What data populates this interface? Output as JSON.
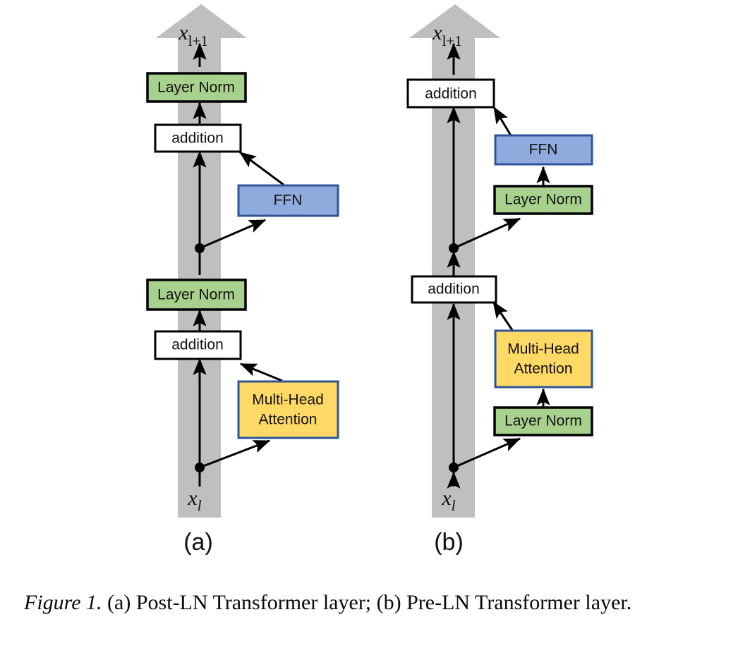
{
  "figure": {
    "caption_prefix": "Figure 1.",
    "caption_text": " (a) Post-LN Transformer layer; (b) Pre-LN Transformer layer."
  },
  "colors": {
    "layer_norm_fill": "#a9d18e",
    "layer_norm_stroke": "#000000",
    "ffn_fill": "#8faadc",
    "ffn_stroke": "#2e5597",
    "attention_fill": "#ffd966",
    "attention_stroke": "#2e5597",
    "addition_fill": "#ffffff",
    "addition_stroke": "#000000",
    "residual_stream": "#bfbfbf",
    "arrow": "#000000"
  },
  "labels": {
    "layer_norm": "Layer Norm",
    "addition": "addition",
    "ffn": "FFN",
    "multi_head_attention_line1": "Multi-Head",
    "multi_head_attention_line2": "Attention",
    "input_var": "x",
    "input_sub": "l",
    "output_var": "x",
    "output_sub": "l+1",
    "panel_a": "(a)",
    "panel_b": "(b)"
  },
  "panels": [
    {
      "id": "a",
      "name": "Post-LN Transformer layer",
      "label": "(a)",
      "input": "x_l",
      "output": "x_{l+1}",
      "blocks": [
        {
          "type": "layer_norm",
          "label": "Layer Norm",
          "on_stream": true
        },
        {
          "type": "addition",
          "label": "addition",
          "on_stream": true
        },
        {
          "type": "ffn",
          "label": "FFN",
          "on_stream": false
        },
        {
          "type": "layer_norm",
          "label": "Layer Norm",
          "on_stream": true
        },
        {
          "type": "addition",
          "label": "addition",
          "on_stream": true
        },
        {
          "type": "attention",
          "label": "Multi-Head Attention",
          "on_stream": false
        }
      ],
      "order_bottom_to_top": [
        "x_l",
        "branch-point",
        "Multi-Head Attention",
        "addition",
        "Layer Norm",
        "branch-point",
        "FFN",
        "addition",
        "Layer Norm",
        "x_{l+1}"
      ]
    },
    {
      "id": "b",
      "name": "Pre-LN Transformer layer",
      "label": "(b)",
      "input": "x_l",
      "output": "x_{l+1}",
      "blocks": [
        {
          "type": "addition",
          "label": "addition",
          "on_stream": true
        },
        {
          "type": "ffn",
          "label": "FFN",
          "on_stream": false
        },
        {
          "type": "layer_norm",
          "label": "Layer Norm",
          "on_stream": false
        },
        {
          "type": "addition",
          "label": "addition",
          "on_stream": true
        },
        {
          "type": "attention",
          "label": "Multi-Head Attention",
          "on_stream": false
        },
        {
          "type": "layer_norm",
          "label": "Layer Norm",
          "on_stream": false
        }
      ],
      "order_bottom_to_top": [
        "x_l",
        "branch-point",
        "Layer Norm",
        "Multi-Head Attention",
        "addition",
        "branch-point",
        "Layer Norm",
        "FFN",
        "addition",
        "x_{l+1}"
      ]
    }
  ]
}
